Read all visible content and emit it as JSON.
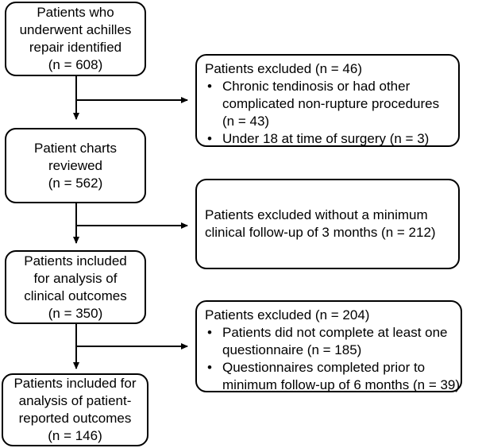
{
  "main_boxes": [
    {
      "lines": [
        "Patients who",
        "underwent achilles",
        "repair identified",
        "(n = 608)"
      ]
    },
    {
      "lines": [
        "Patient charts",
        "reviewed",
        "(n = 562)"
      ]
    },
    {
      "lines": [
        "Patients included",
        "for analysis of",
        "clinical outcomes",
        "(n = 350)"
      ]
    },
    {
      "lines": [
        "Patients included for",
        "analysis of patient-",
        "reported outcomes",
        "(n = 146)"
      ]
    }
  ],
  "exclusion_boxes": [
    {
      "heading": "Patients excluded (n = 46)",
      "bullets": [
        [
          "Chronic tendinosis or had other",
          "complicated non-rupture procedures",
          "(n = 43)"
        ],
        [
          "Under 18 at time of surgery (n = 3)"
        ]
      ]
    },
    {
      "lines": [
        "Patients excluded without a minimum",
        "clinical follow-up of 3 months (n = 212)"
      ]
    },
    {
      "heading": "Patients excluded (n = 204)",
      "bullets": [
        [
          "Patients did not complete at least one",
          "questionnaire (n = 185)"
        ],
        [
          "Questionnaires completed prior to",
          "minimum follow-up of 6 months (n = 39)"
        ]
      ]
    }
  ]
}
